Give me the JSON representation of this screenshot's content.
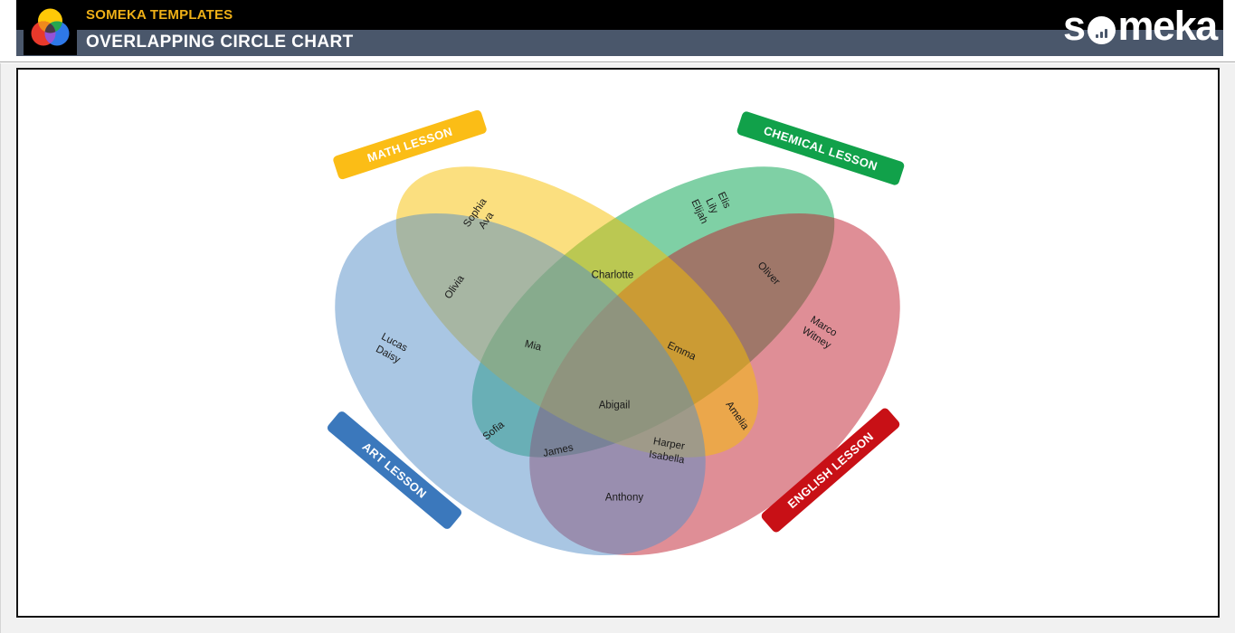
{
  "header": {
    "brand": "SOMEKA TEMPLATES",
    "title": "OVERLAPPING CIRCLE CHART",
    "wordmark_prefix": "s",
    "wordmark_suffix": "meka",
    "colors": {
      "brand_text": "#EFB017",
      "top_bar": "#000000",
      "bottom_bar": "#4A576B"
    }
  },
  "chart_data": {
    "type": "venn",
    "title": "OVERLAPPING CIRCLE CHART",
    "sets": [
      {
        "label": "MATH LESSON",
        "fill": "#F7BF00",
        "banner": "#FBBD16"
      },
      {
        "label": "CHEMICAL LESSON",
        "fill": "#00A14B",
        "banner": "#11A14A"
      },
      {
        "label": "ART LESSON",
        "fill": "#538DC7",
        "banner": "#3B78BC"
      },
      {
        "label": "ENGLISH LESSON",
        "fill": "#BF1D2D",
        "banner": "#C81016"
      }
    ],
    "fill_opacity": 0.5,
    "members": [
      {
        "text": "Sophia\nAva",
        "sets": [
          "MATH LESSON"
        ]
      },
      {
        "text": "Elis\nLily\nElijah",
        "sets": [
          "CHEMICAL LESSON"
        ]
      },
      {
        "text": "Charlotte",
        "sets": [
          "MATH LESSON",
          "CHEMICAL LESSON"
        ]
      },
      {
        "text": "Olivia",
        "sets": [
          "MATH LESSON",
          "ART LESSON"
        ]
      },
      {
        "text": "Oliver",
        "sets": [
          "CHEMICAL LESSON",
          "ENGLISH LESSON"
        ]
      },
      {
        "text": "Marco\nWitney",
        "sets": [
          "ENGLISH LESSON"
        ]
      },
      {
        "text": "Lucas\nDaisy",
        "sets": [
          "ART LESSON"
        ]
      },
      {
        "text": "Mia",
        "sets": [
          "MATH LESSON",
          "CHEMICAL LESSON",
          "ART LESSON"
        ]
      },
      {
        "text": "Emma",
        "sets": [
          "MATH LESSON",
          "CHEMICAL LESSON",
          "ENGLISH LESSON"
        ]
      },
      {
        "text": "Abigail",
        "sets": [
          "MATH LESSON",
          "CHEMICAL LESSON",
          "ART LESSON",
          "ENGLISH LESSON"
        ]
      },
      {
        "text": "Amelia",
        "sets": [
          "MATH LESSON",
          "ENGLISH LESSON"
        ]
      },
      {
        "text": "Sofia",
        "sets": [
          "CHEMICAL LESSON",
          "ART LESSON"
        ]
      },
      {
        "text": "James",
        "sets": [
          "CHEMICAL LESSON",
          "ART LESSON",
          "ENGLISH LESSON"
        ]
      },
      {
        "text": "Harper\nIsabella",
        "sets": [
          "MATH LESSON",
          "ART LESSON",
          "ENGLISH LESSON"
        ]
      },
      {
        "text": "Anthony",
        "sets": [
          "ART LESSON",
          "ENGLISH LESSON"
        ]
      }
    ]
  }
}
